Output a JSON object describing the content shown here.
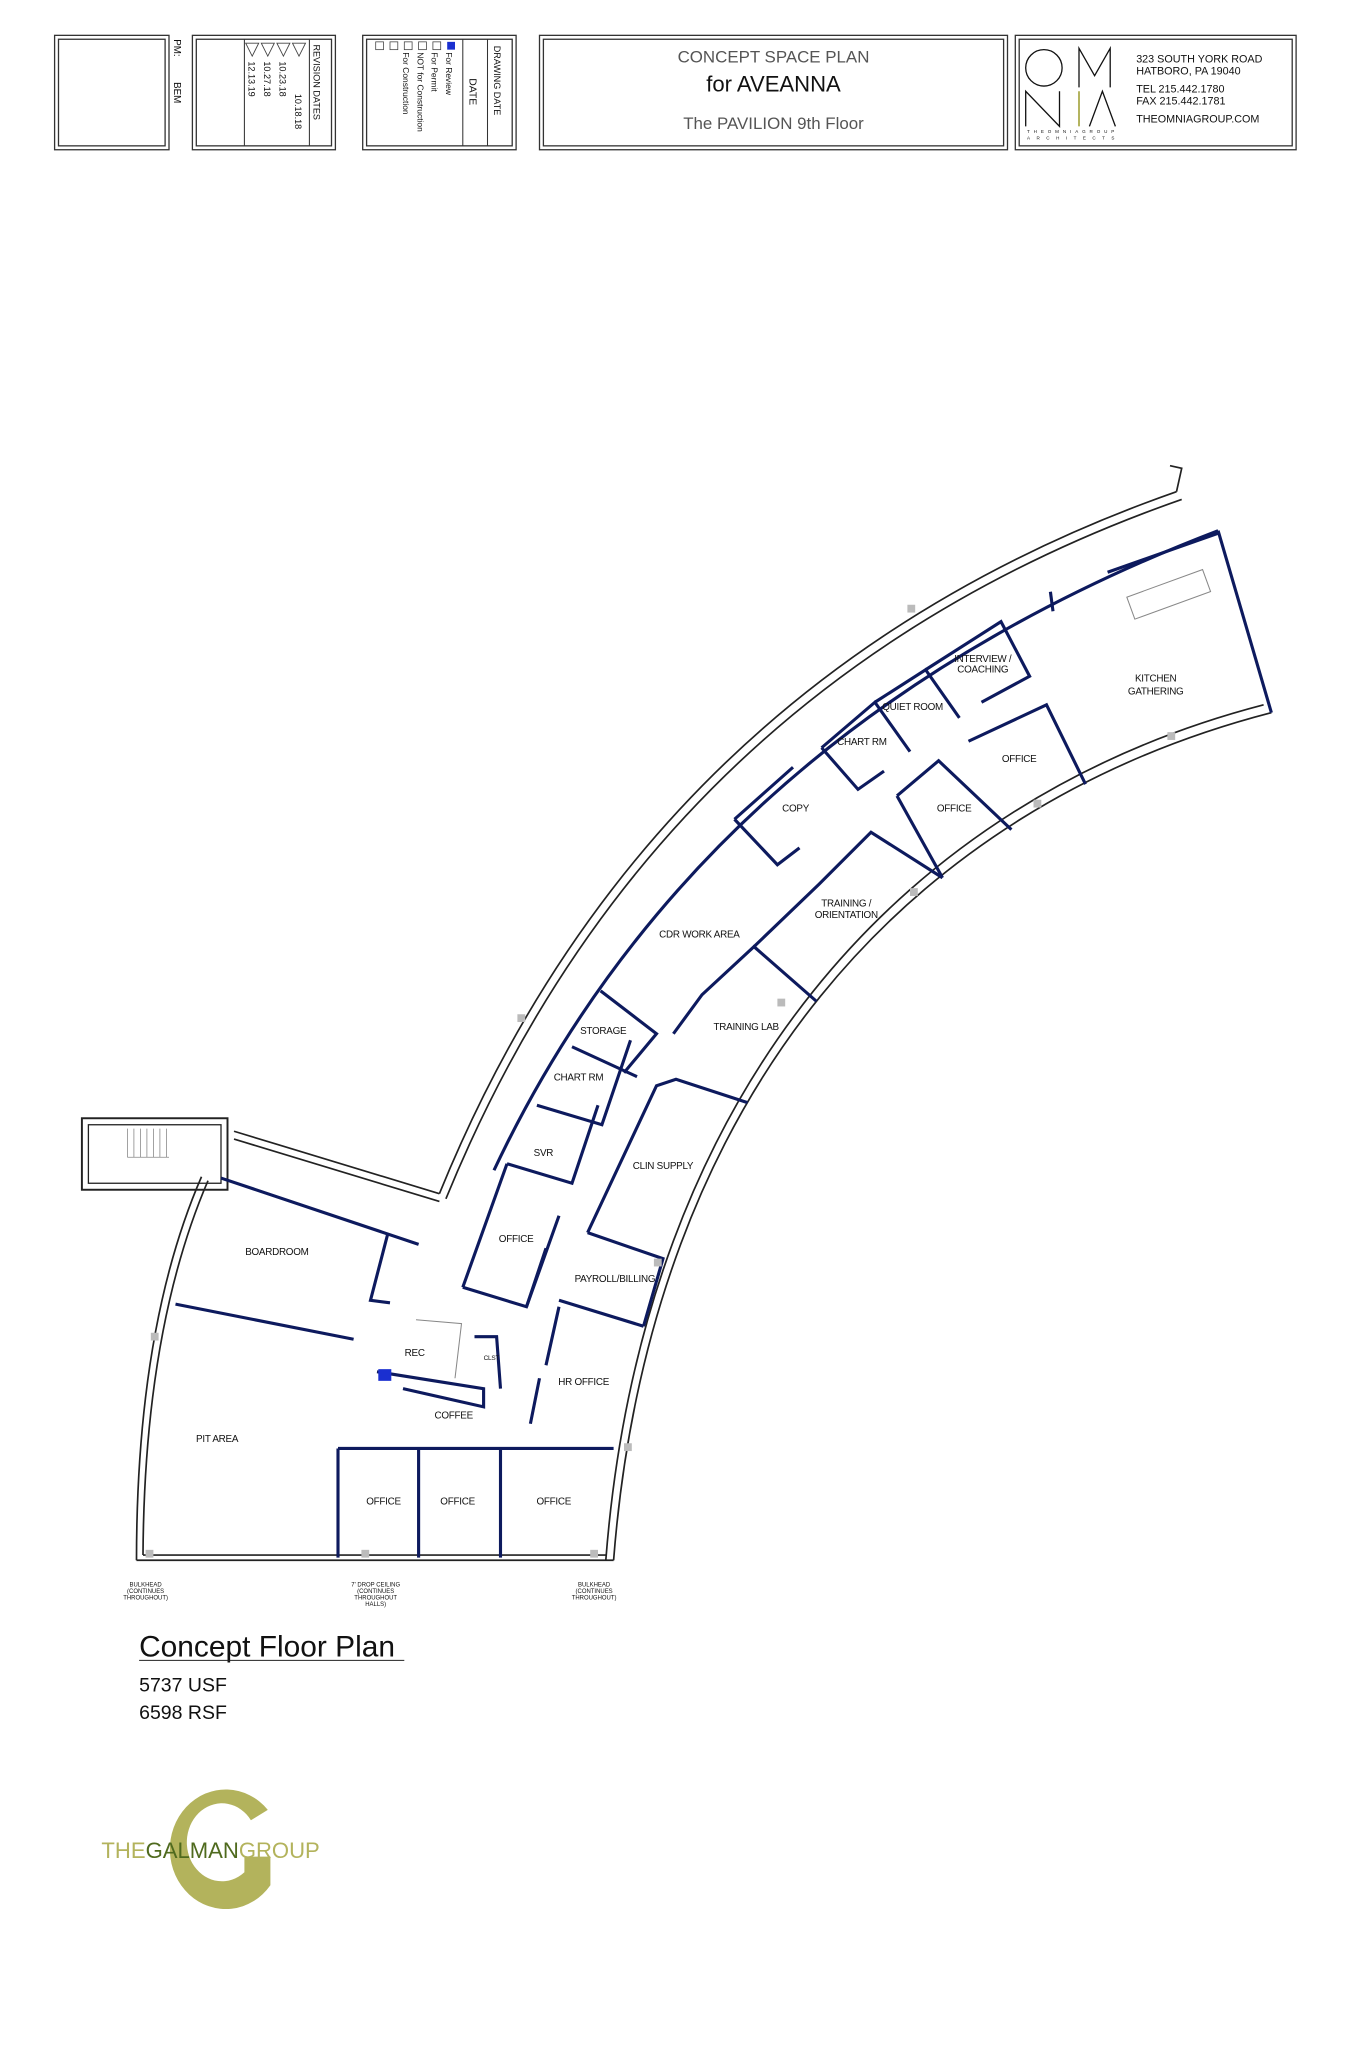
{
  "title_block": {
    "pm_label": "PM:",
    "pm_value": "BEM",
    "revision_header": "REVISION DATES",
    "revision_dates": [
      "10.18.18",
      "10.23.18",
      "10.27.18",
      "12.13.19"
    ],
    "drawing_date_label": "DRAWING DATE",
    "date_label": "DATE",
    "status_options": [
      {
        "label": "For Review",
        "checked": true
      },
      {
        "label": "For Permit",
        "checked": false
      },
      {
        "label": "NOT for Construction",
        "checked": false
      },
      {
        "label": "For Construction",
        "checked": false
      }
    ],
    "project_line1": "CONCEPT SPACE PLAN",
    "project_line2": "for AVEANNA",
    "project_line3": "The PAVILION 9th Floor",
    "architect": {
      "logo_letters": "OMNIA",
      "logo_sub1": "THEOMNIAGROUP",
      "logo_sub2": "ARCHITECTS",
      "address1": "323 SOUTH YORK ROAD",
      "address2": "HATBORO, PA 19040",
      "tel": "TEL  215.442.1780",
      "fax": "FAX  215.442.1781",
      "website": "THEOMNIAGROUP.COM"
    }
  },
  "rooms": {
    "kitchen": [
      "KITCHEN",
      "GATHERING"
    ],
    "interview": [
      "INTERVIEW /",
      "COACHING"
    ],
    "quiet_room": "QUIET ROOM",
    "chart_rm_1": "CHART RM",
    "office_1": "OFFICE",
    "copy": "COPY",
    "office_2": "OFFICE",
    "training": [
      "TRAINING /",
      "ORIENTATION"
    ],
    "cdr_work_area": "CDR WORK AREA",
    "storage": "STORAGE",
    "training_lab": "TRAINING LAB",
    "chart_rm_2": "CHART RM",
    "svr": "SVR",
    "clin_supply": "CLIN SUPPLY",
    "boardroom": "BOARDROOM",
    "office_3": "OFFICE",
    "payroll": "PAYROLL/BILLING",
    "rec": "REC",
    "clst": "CLST",
    "hr_office": "HR OFFICE",
    "coffee": "COFFEE",
    "pit_area": "PIT AREA",
    "office_4": "OFFICE",
    "office_5": "OFFICE",
    "office_6": "OFFICE"
  },
  "notes": {
    "bulkhead_left": [
      "BULKHEAD",
      "(CONTINUES",
      "THROUGHOUT)"
    ],
    "drop_ceiling": [
      "7' DROP CEILING",
      "(CONTINUES",
      "THROUGHOUT",
      "HALLS)"
    ],
    "bulkhead_right": [
      "BULKHEAD",
      "(CONTINUES",
      "THROUGHOUT)"
    ]
  },
  "plan_caption": {
    "title": "Concept Floor Plan",
    "usf": "5737 USF",
    "rsf": "6598 RSF"
  },
  "brand_logo": {
    "the": "THE",
    "galman": "GALMAN",
    "group": "GROUP"
  },
  "colors": {
    "wall": "#0d1a5e",
    "accent_blue": "#1a2fd0",
    "galman_olive": "#b3b35c",
    "galman_dark": "#4f6a1e"
  }
}
